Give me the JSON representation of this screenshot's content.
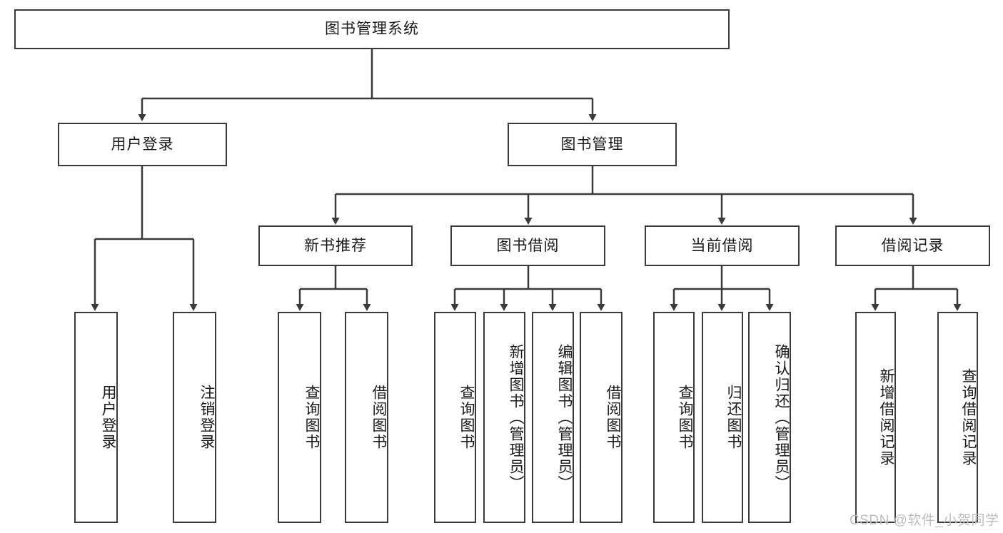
{
  "diagram": {
    "type": "hierarchy-tree",
    "root": {
      "id": "root",
      "label": "图书管理系统"
    },
    "level2": [
      {
        "id": "user-login",
        "label": "用户登录"
      },
      {
        "id": "book-management",
        "label": "图书管理"
      }
    ],
    "level3": [
      {
        "id": "new-book-recommend",
        "label": "新书推荐",
        "parent": "book-management"
      },
      {
        "id": "book-borrow",
        "label": "图书借阅",
        "parent": "book-management"
      },
      {
        "id": "current-borrow",
        "label": "当前借阅",
        "parent": "book-management"
      },
      {
        "id": "borrow-record",
        "label": "借阅记录",
        "parent": "book-management"
      }
    ],
    "leaves": {
      "user-login": [
        {
          "id": "leaf-user-login",
          "label": "用户登录"
        },
        {
          "id": "leaf-logout",
          "label": "注销登录"
        }
      ],
      "new-book-recommend": [
        {
          "id": "leaf-query-book-1",
          "label": "查询图书"
        },
        {
          "id": "leaf-borrow-book-1",
          "label": "借阅图书"
        }
      ],
      "book-borrow": [
        {
          "id": "leaf-query-book-2",
          "label": "查询图书"
        },
        {
          "id": "leaf-add-book",
          "label": "新增图书（管理员）"
        },
        {
          "id": "leaf-edit-book",
          "label": "编辑图书（管理员）"
        },
        {
          "id": "leaf-borrow-book-2",
          "label": "借阅图书"
        }
      ],
      "current-borrow": [
        {
          "id": "leaf-query-book-3",
          "label": "查询图书"
        },
        {
          "id": "leaf-return-book",
          "label": "归还图书"
        },
        {
          "id": "leaf-confirm-return",
          "label": "确认归还（管理员）"
        }
      ],
      "borrow-record": [
        {
          "id": "leaf-add-record",
          "label": "新增借阅记录"
        },
        {
          "id": "leaf-query-record",
          "label": "查询借阅记录"
        }
      ]
    }
  },
  "watermark": {
    "text": "CSDN @软件_小贺同学"
  },
  "colors": {
    "stroke": "#3a3a3a",
    "box_fill": "#ffffff",
    "text": "#1a1a1a",
    "watermark": "#bdbdbd",
    "background": "#ffffff"
  }
}
